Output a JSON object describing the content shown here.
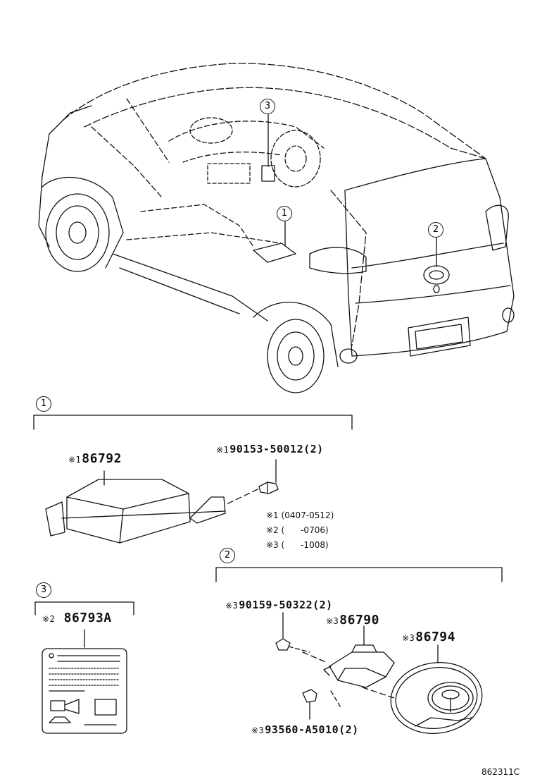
{
  "callouts": {
    "c1": "1",
    "c2": "2",
    "c3": "3"
  },
  "remark_mark": "※",
  "group1": {
    "part_main": {
      "mark": "※1",
      "number": "86792"
    },
    "part_bolt": {
      "mark": "※1",
      "number": "90153-50012(2)"
    },
    "notes": [
      {
        "mark": "※1",
        "range": "(0407-0512)"
      },
      {
        "mark": "※2",
        "range": "(      -0706)"
      },
      {
        "mark": "※3",
        "range": "(      -1008)"
      }
    ]
  },
  "group2": {
    "screw": {
      "mark": "※3",
      "number": "90159-50322(2)"
    },
    "switch": {
      "mark": "※3",
      "number": "86790"
    },
    "emblem": {
      "mark": "※3",
      "number": "86794"
    },
    "nut": {
      "mark": "※3",
      "number": "93560-A5010(2)"
    }
  },
  "group3": {
    "label": {
      "mark": "※2",
      "number": "86793A"
    }
  },
  "drawing_code": "862311C"
}
